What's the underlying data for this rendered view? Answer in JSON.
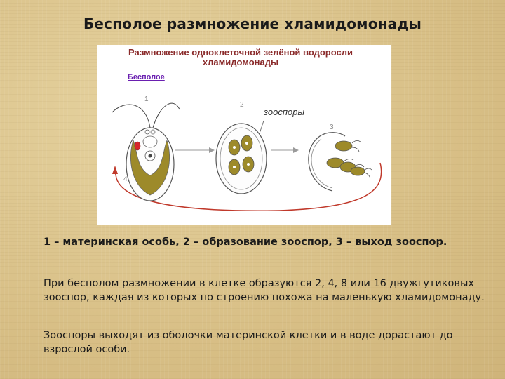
{
  "slide": {
    "title": "Бесполое  размножение хламидомонады"
  },
  "figure": {
    "title": "Размножение одноклеточной зелёной водоросли хламидомонады",
    "subtitle": "Бесполое",
    "zoospores_label": "зооспоры",
    "numbers": [
      "1",
      "2",
      "3",
      "4"
    ],
    "colors": {
      "cell_green": "#9d8a2a",
      "arrow_red": "#c0392b",
      "eyespot_red": "#d7262b"
    }
  },
  "caption": "1 – материнская особь, 2 – образование зооспор, 3 – выход зооспор.",
  "paragraphs": [
    "При бесполом размножении в клетке образуются 2, 4, 8 или 16 двужгутиковых  зооспор, каждая из которых по строению похожа на маленькую хламидомонаду.",
    "Зооспоры выходят из оболочки материнской клетки и в воде дорастают до взрослой особи."
  ]
}
